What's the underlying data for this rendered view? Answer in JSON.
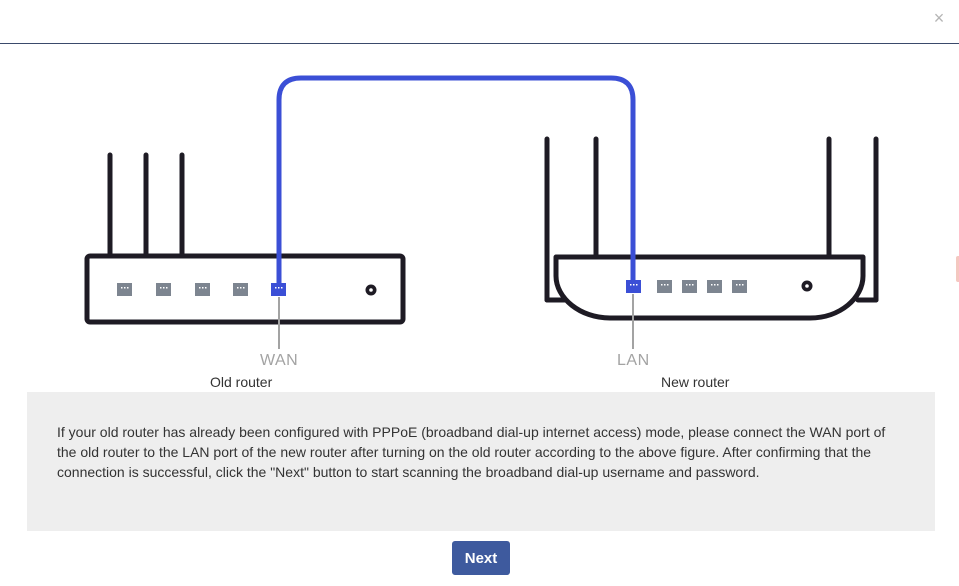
{
  "dialog": {
    "close_icon": "close-icon",
    "close_glyph": "×"
  },
  "diagram": {
    "old_router": {
      "name": "Old router",
      "port_label": "WAN"
    },
    "new_router": {
      "name": "New router",
      "port_label": "LAN"
    },
    "cable_color": "#3b4fd6",
    "router_outline_color": "#1e1b24",
    "idle_port_color": "#7d8590",
    "active_port_color": "#3b4fd6"
  },
  "info": {
    "text": "If your old router has already been configured with PPPoE (broadband dial-up internet access) mode, please connect the WAN port of the old router to the LAN port of the new router after turning on the old router according to the above figure. After confirming that the connection is successful, click the \"Next\" button to start scanning the broadband dial-up username and password."
  },
  "actions": {
    "next_label": "Next",
    "next_color": "#3e5a9e"
  }
}
